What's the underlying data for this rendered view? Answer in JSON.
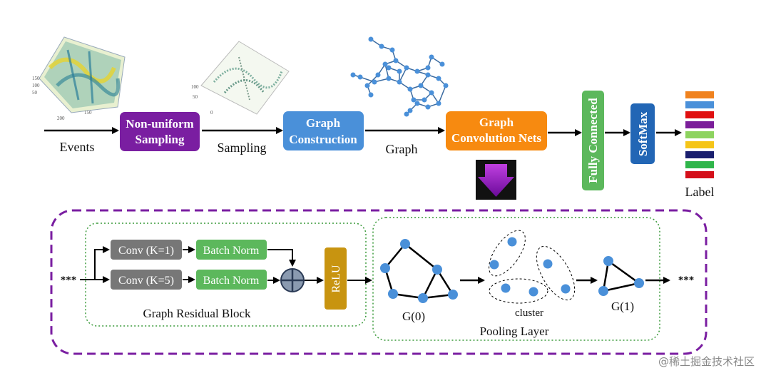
{
  "pipeline": {
    "events_caption": "Events",
    "nonuniform_label": [
      "Non-uniform",
      "Sampling"
    ],
    "sampling_caption": "Sampling",
    "graph_construction_label": [
      "Graph",
      "Construction"
    ],
    "graph_caption": "Graph",
    "gcn_label": [
      "Graph",
      "Convolution Nets"
    ],
    "fully_connected_label": "Fully Connected",
    "softmax_label": "SoftMax",
    "label_caption": "Label",
    "label_colors": [
      "#f0821e",
      "#4a90d9",
      "#e01010",
      "#7b1e9a",
      "#8dd35f",
      "#f5c518",
      "#1a1f6e",
      "#2fb54a",
      "#d40f1a"
    ]
  },
  "detail": {
    "ellipsis_left": "***",
    "ellipsis_right": "***",
    "conv1_label": "Conv (K=1)",
    "conv5_label": "Conv (K=5)",
    "batchnorm1_label": "Batch Norm",
    "batchnorm2_label": "Batch Norm",
    "relu_label": "ReLU",
    "residual_block_caption": "Graph Residual Block",
    "g0_caption": "G(0)",
    "cluster_caption": "cluster",
    "g1_caption": "G(1)",
    "pooling_caption": "Pooling Layer"
  },
  "colors": {
    "purple": "#7a1ea1",
    "blue": "#4a90d9",
    "orange": "#f78a10",
    "green": "#5cb85c",
    "softmax_blue": "#2266b5",
    "gray": "#777777",
    "relu_gold": "#c89410",
    "node_blue": "#4a90d9"
  },
  "watermark": "@稀土掘金技术社区"
}
